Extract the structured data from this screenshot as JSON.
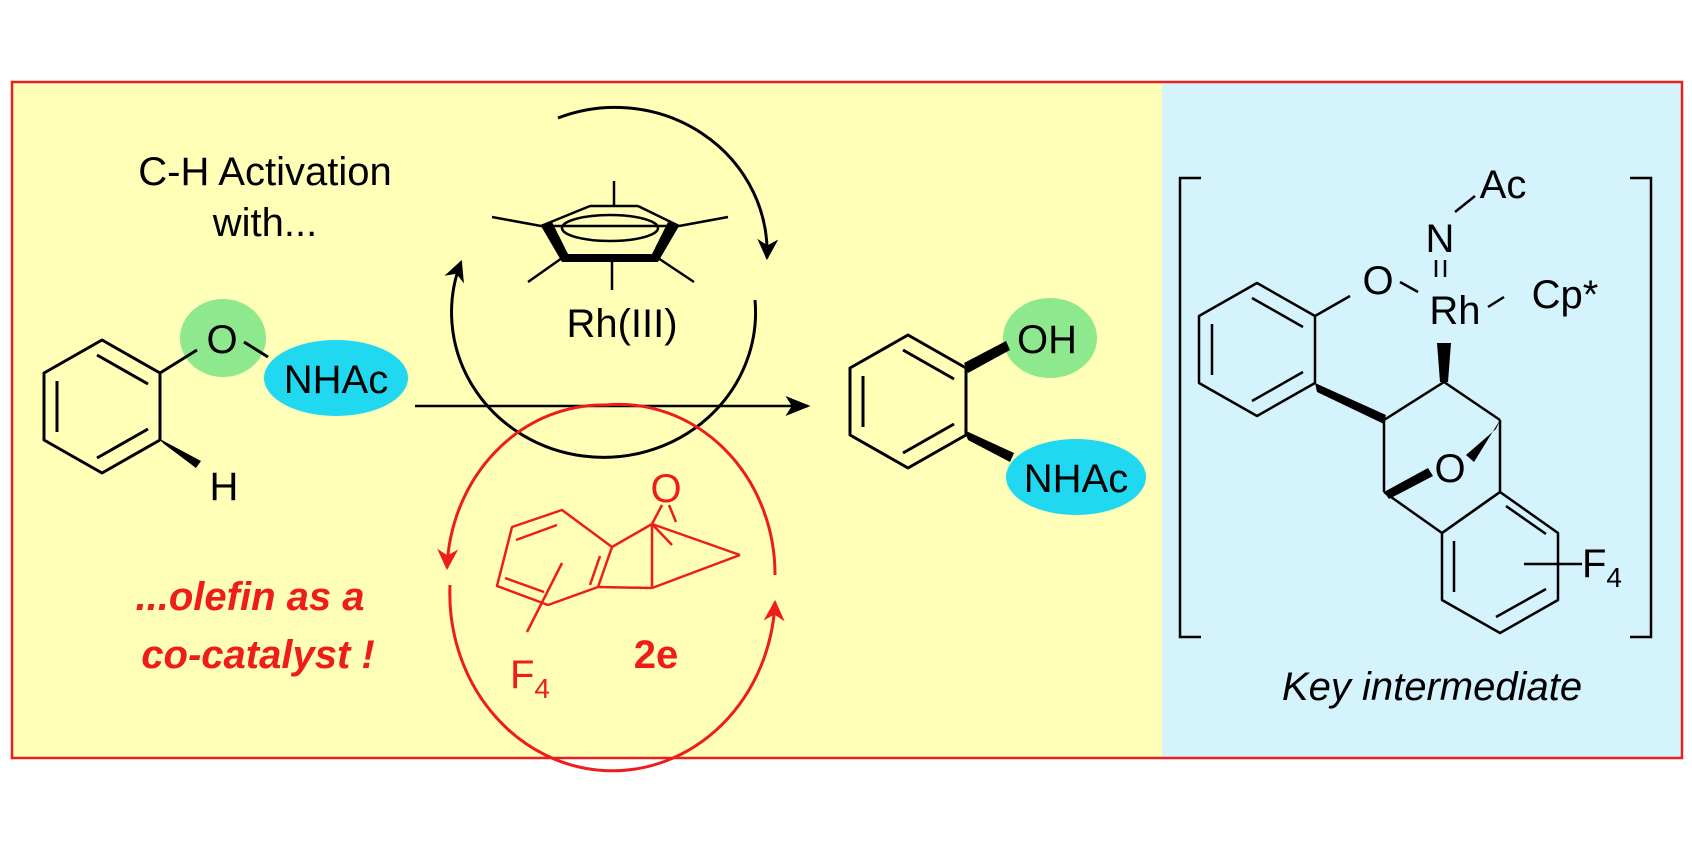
{
  "left_panel": {
    "intro_line1": "C-H Activation",
    "intro_line2": "with...",
    "olefin_line1": "...olefin as a",
    "olefin_line2": "co-catalyst !"
  },
  "substrate": {
    "o_label": "O",
    "nhac_label": "NHAc",
    "h_label": "H"
  },
  "catalyst": {
    "label": "Rh(III)"
  },
  "cocatalyst": {
    "o_label": "O",
    "f4_main": "F",
    "f4_sub": "4",
    "compound_label": "2e"
  },
  "product": {
    "oh_label": "OH",
    "nhac_label": "NHAc"
  },
  "intermediate": {
    "ac_label": "Ac",
    "n_label": "N",
    "o_label": "O",
    "rh_label": "Rh",
    "cp_label": "Cp*",
    "bridge_o_label": "O",
    "f4_main": "F",
    "f4_sub": "4",
    "caption": "Key intermediate"
  },
  "colors": {
    "left_bg": "#ffffb8",
    "right_bg": "#d4f3fc",
    "frame": "#e82020",
    "green_highlight": "#8ee88e",
    "cyan_highlight": "#20d8f0",
    "red": "#ee1c1c",
    "black": "#000000"
  }
}
